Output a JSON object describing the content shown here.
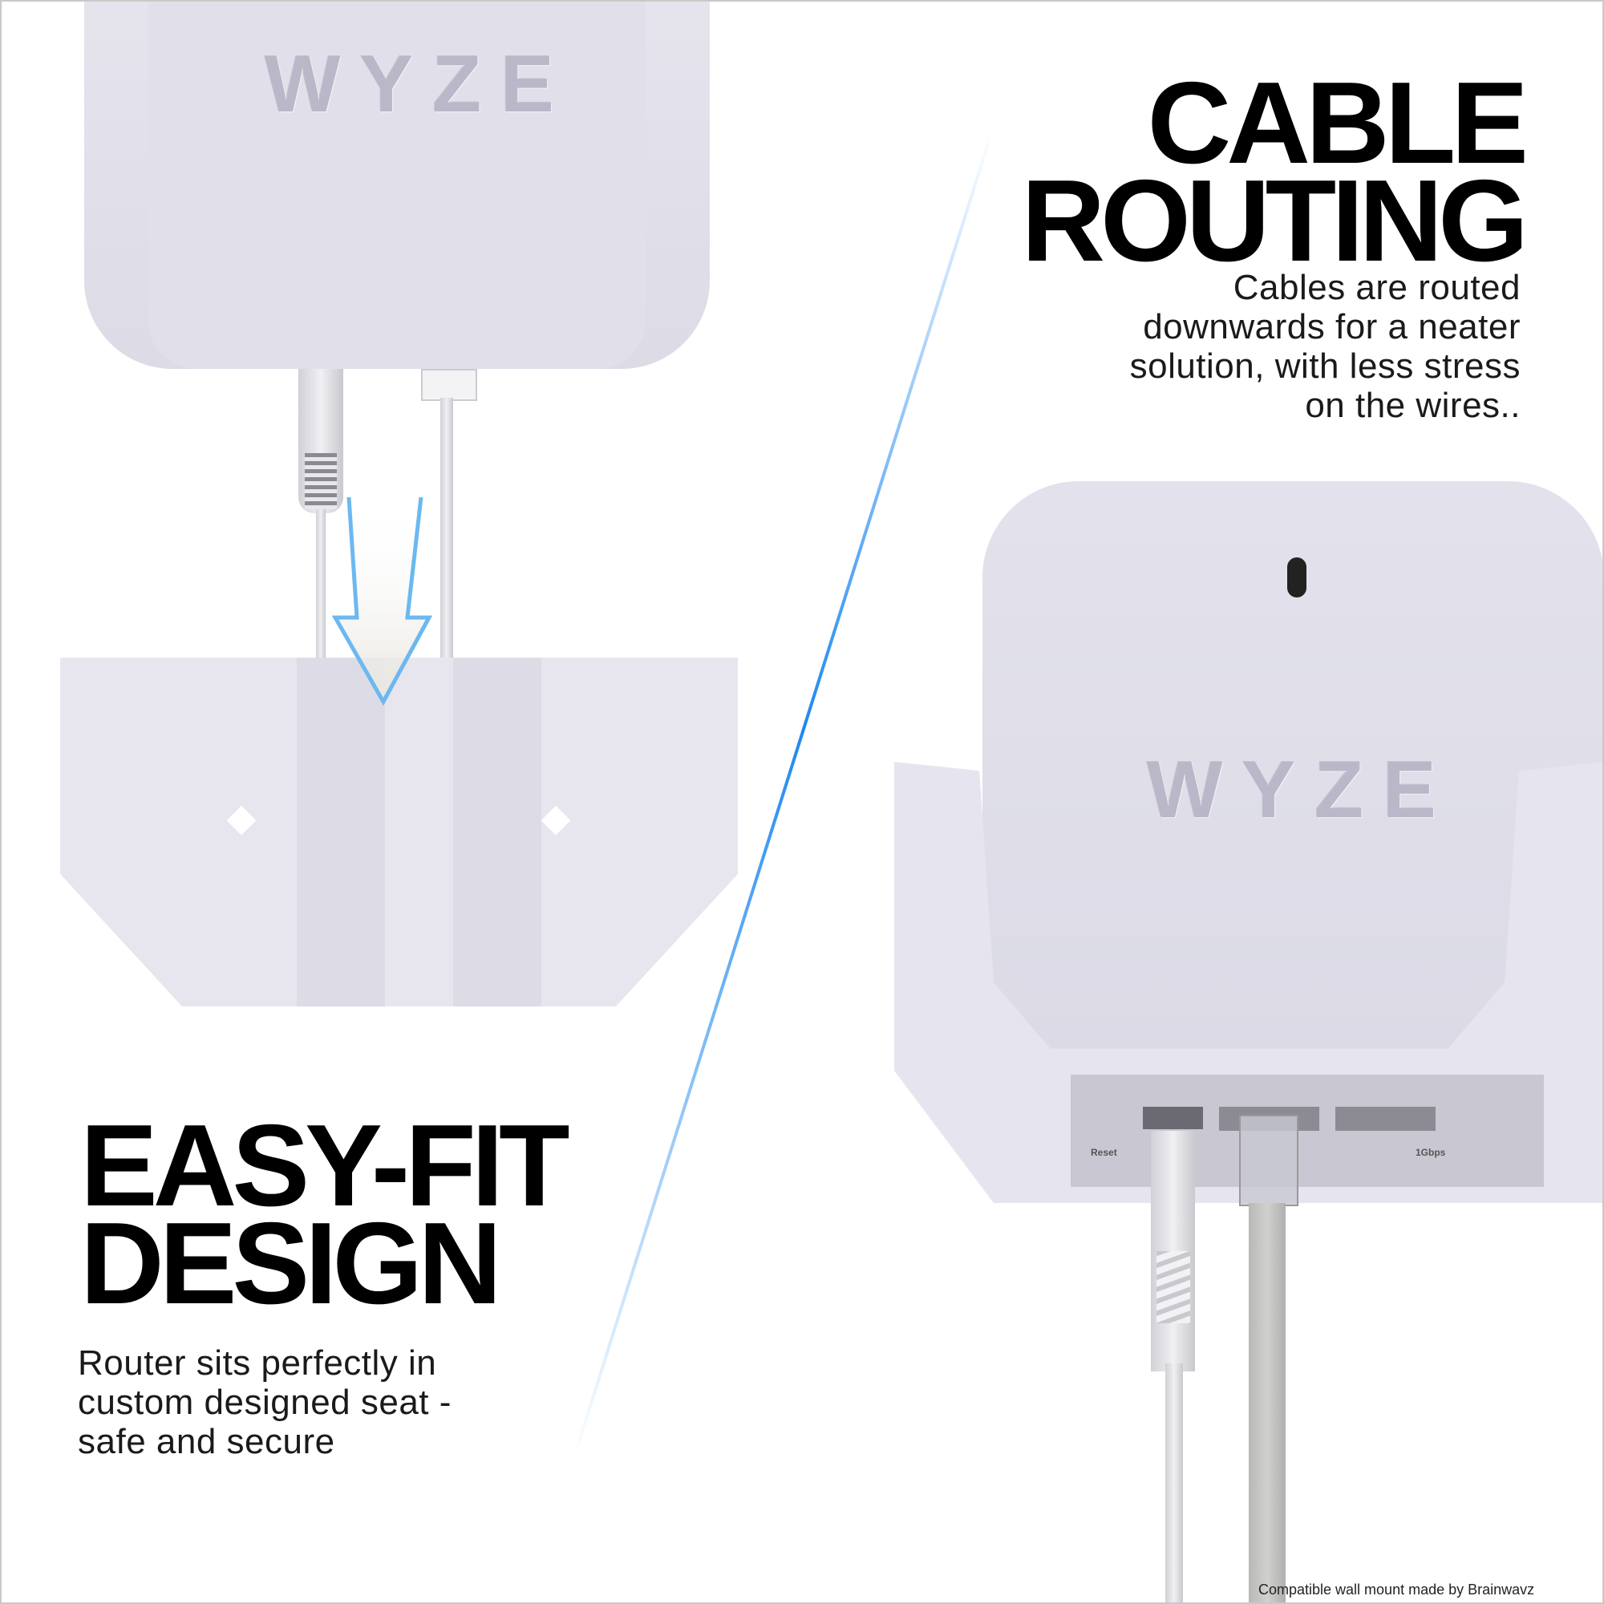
{
  "left": {
    "heading": [
      "EASY-FIT",
      "DESIGN"
    ],
    "description": [
      "Router sits perfectly in",
      "custom designed seat -",
      "safe and secure"
    ],
    "router_logo": "WYZE"
  },
  "right": {
    "heading": [
      "CABLE",
      "ROUTING"
    ],
    "description": [
      "Cables are routed",
      "downwards for a neater",
      "solution, with less stress",
      "on the wires.."
    ],
    "router_logo": "WYZE",
    "port_labels": [
      "Reset",
      "1Gbps"
    ]
  },
  "credit": "Compatible wall mount made by Brainwavz",
  "colors": {
    "accent": "#1e88f0",
    "arrow": "#6cb8f0",
    "product": "#e2e1ec",
    "text": "#000000"
  }
}
